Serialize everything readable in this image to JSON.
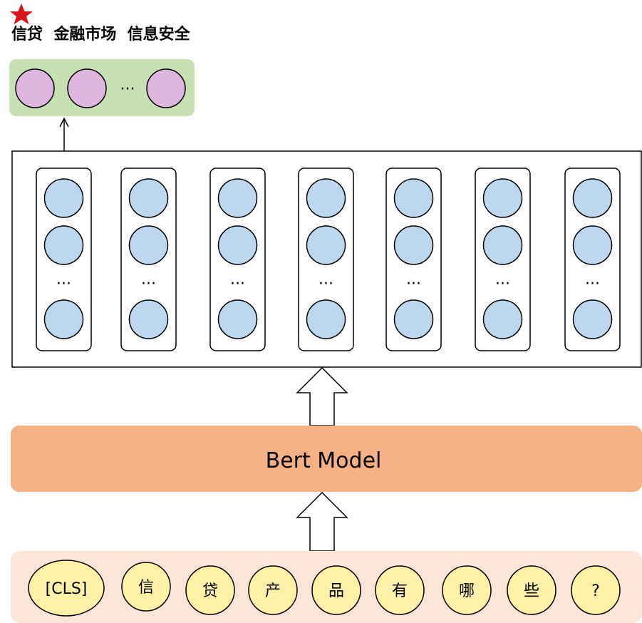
{
  "top_labels": {
    "text": "信贷  金融市场  信息安全",
    "marker_color": "#d9141a"
  },
  "output_layer": {
    "ellipsis": "···",
    "bg_color": "#c6e0b4",
    "node_color": "#dfb6dd"
  },
  "hidden_layer": {
    "ellipsis": "···",
    "node_color": "#bdd7ee"
  },
  "model": {
    "label": "Bert Model",
    "bg_color": "#f4b183"
  },
  "input": {
    "bg_color": "#fbe5d6",
    "token_color": "#fff2a8",
    "tokens": [
      "[CLS]",
      "信",
      "贷",
      "产",
      "品",
      "有",
      "哪",
      "些",
      "?"
    ]
  },
  "icons": {
    "star": "star-icon",
    "arrow_small": "arrow-up-icon",
    "arrow_hollow": "hollow-arrow-up-icon"
  }
}
